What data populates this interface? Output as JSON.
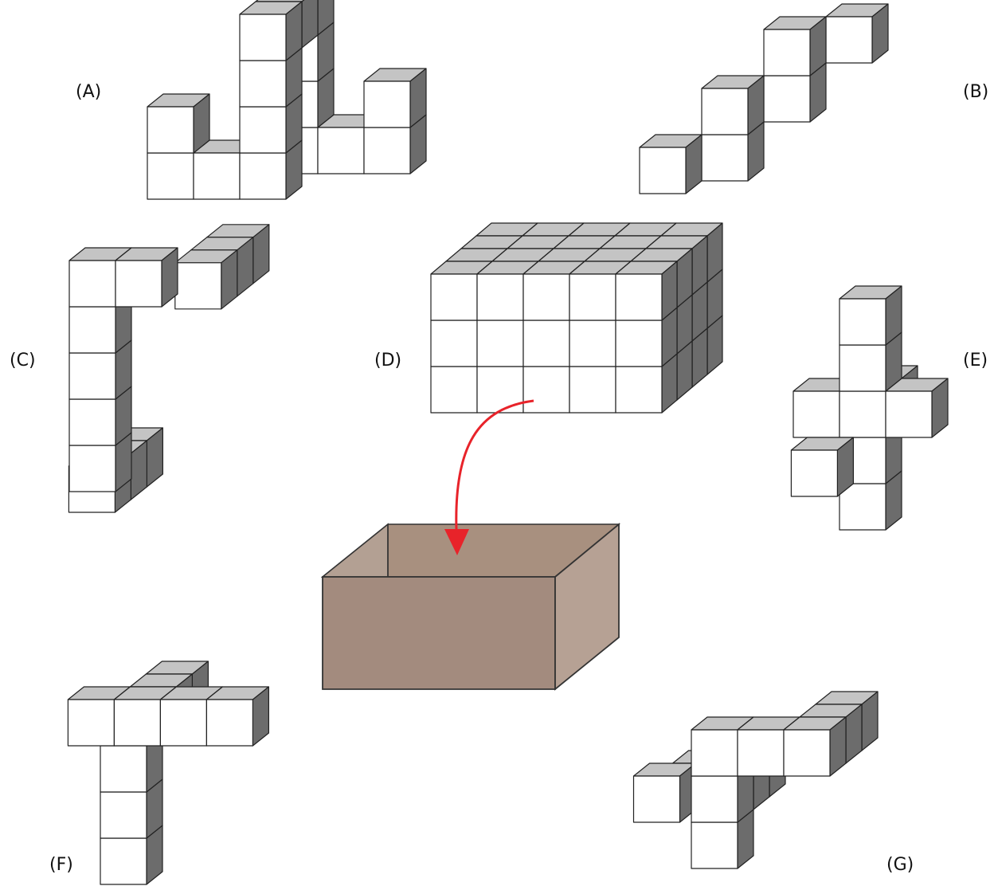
{
  "labels": {
    "a": "(A)",
    "b": "(B)",
    "c": "(C)",
    "d": "(D)",
    "e": "(E)",
    "f": "(F)",
    "g": "(G)"
  },
  "colors": {
    "cube_front": "#ffffff",
    "cube_top": "#c4c4c4",
    "cube_side": "#6c6c6c",
    "cube_stroke": "#222222",
    "box_front": "#a38b7e",
    "box_side": "#b6a194",
    "box_back": "#a8907f",
    "box_inner": "#b09a8c",
    "arrow": "#e8232a"
  }
}
